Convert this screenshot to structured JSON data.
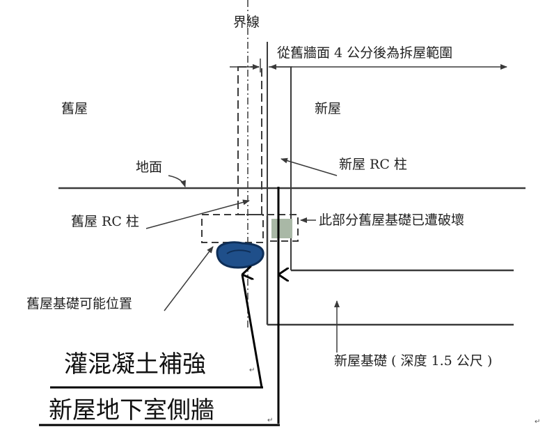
{
  "labels": {
    "boundary_line": "界線",
    "demolition_range": "從舊牆面 4 公分後為拆屋範圍",
    "old_house": "舊屋",
    "new_house": "新屋",
    "ground": "地面",
    "new_rc_column": "新屋 RC 柱",
    "old_rc_column": "舊屋 RC 柱",
    "damaged_foundation": "此部分舊屋基礎已遭破壞",
    "old_foundation_possible_location": "舊屋基礎可能位置",
    "concrete_reinforcement": "灌混凝土補強",
    "new_basement_side_wall": "新屋地下室側牆",
    "new_foundation": "新屋基礎 ( 深度 1.5 公尺 )",
    "return_mark_1": "↵",
    "return_mark_2": "↵",
    "return_mark_3": "↵"
  },
  "colors": {
    "line": "#3a3a3a",
    "bold_line": "#000000",
    "fill_blob": "#1f4f8a",
    "fill_blob_dark": "#0e2e57",
    "damaged_patch": "#a9b8a6"
  }
}
